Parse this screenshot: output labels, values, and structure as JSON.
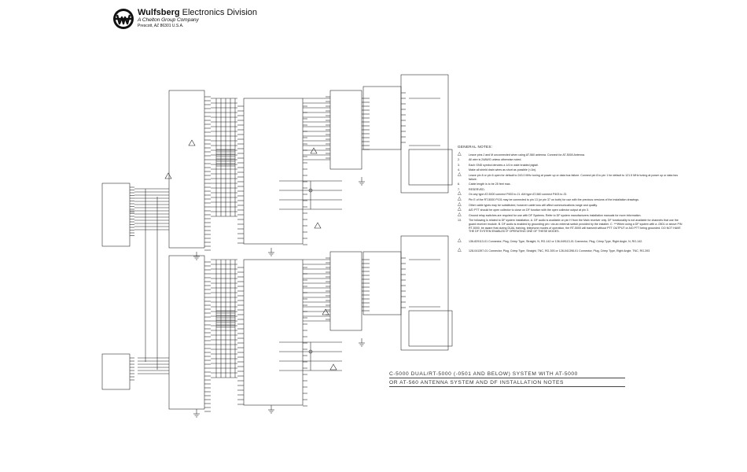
{
  "company": {
    "name_bold": "Wulfsberg",
    "name_rest": " Electronics Division",
    "tagline": "A Chelton Group Company",
    "address": "Prescott, AZ 86301 U.S.A."
  },
  "notes": {
    "heading": "GENERAL NOTES:",
    "items": [
      {
        "marker": "1.",
        "triangle": true,
        "text": "Leave pins J and M unconnected when using AT-560 antenna. Connect for AT-5000 Antenna."
      },
      {
        "marker": "2.",
        "triangle": false,
        "text": "All wire is 24AWG unless otherwise noted."
      },
      {
        "marker": "3.",
        "triangle": false,
        "text": "Each GND symbol denotes a 1/4 in wide braided pigtail."
      },
      {
        "marker": "4.",
        "triangle": false,
        "text": "Make all shield drain wires as short as possible (<1in)."
      },
      {
        "marker": "5.",
        "triangle": true,
        "text": "Leave pin 8 or pin 6 open for default to 243.0 MHz tuning at power up or data bus failure. Connect pin 8 to pin 1 for default to 121.5 MHz tuning at power up or data bus failure."
      },
      {
        "marker": "6.",
        "triangle": false,
        "text": "Cable length is to be 25 feet max."
      },
      {
        "marker": "7.",
        "triangle": false,
        "text": "RESERVED."
      },
      {
        "marker": "8.",
        "triangle": true,
        "text": "On any type AT-5000 connect P453 to J1. AM type AT-560 connect P403 to J3."
      },
      {
        "marker": "9.",
        "triangle": true,
        "text": "Pin E of the RT-5000 P101 may be connected to pin 13 (or pin 37 on both) for use with the previous versions of the installation drawings."
      },
      {
        "marker": "10.",
        "triangle": true,
        "text": "Other cable types may be substituted, however cable loss will affect communications range and quality."
      },
      {
        "marker": "11.",
        "triangle": true,
        "text": "A/D PTT should be open collector to close on DF function with the open collector output at pin 3."
      },
      {
        "marker": "12.",
        "triangle": true,
        "text": "Ground relay switches are required for use with DF Systems. Refer to DF system manufacturers installation manuals for more information."
      },
      {
        "marker": "13.",
        "triangle": false,
        "text": "The following is related to DF system installation. A. DF audio is available on pin H from the Main receiver only. DF functionality is not available for channels that use the guard receiver module. B. DF audio is enabled by grounding pin r via an external switch provided by the installer. C. ***When using a DF system with a -0501 or above P/N RT-5000, be aware that during DUAL training, telephone modes of operation, the RT-5000 will transmit without PTT OUTPUT or A/D PTT being grounded. DO NOT HAVE THE DF SYSTEM ENABLED IF OPERATING ONE OF THESE MODES."
      }
    ],
    "connectors": [
      {
        "triangle": true,
        "text": "136-829113-01 Connector, Plug, Crimp Type, Straight, N, RG-142 or 136-049113-01 Connector, Plug, Crimp Type, Right Angle, N, RG-142."
      },
      {
        "triangle": true,
        "text": "128-041397-01 Connector, Plug, Crimp Type, Straight, TNC, RG-393 or 128-041398-01 Connector, Plug, Crimp Type, Right Angle, TNC, RG-393"
      }
    ]
  },
  "title_block": {
    "line1": "C-5000 DUAL/RT-5000 (-0501 AND BELOW) SYSTEM WITH AT-5000",
    "line2": "OR AT-560 ANTENNA SYSTEM AND DF INSTALLATION NOTES"
  }
}
